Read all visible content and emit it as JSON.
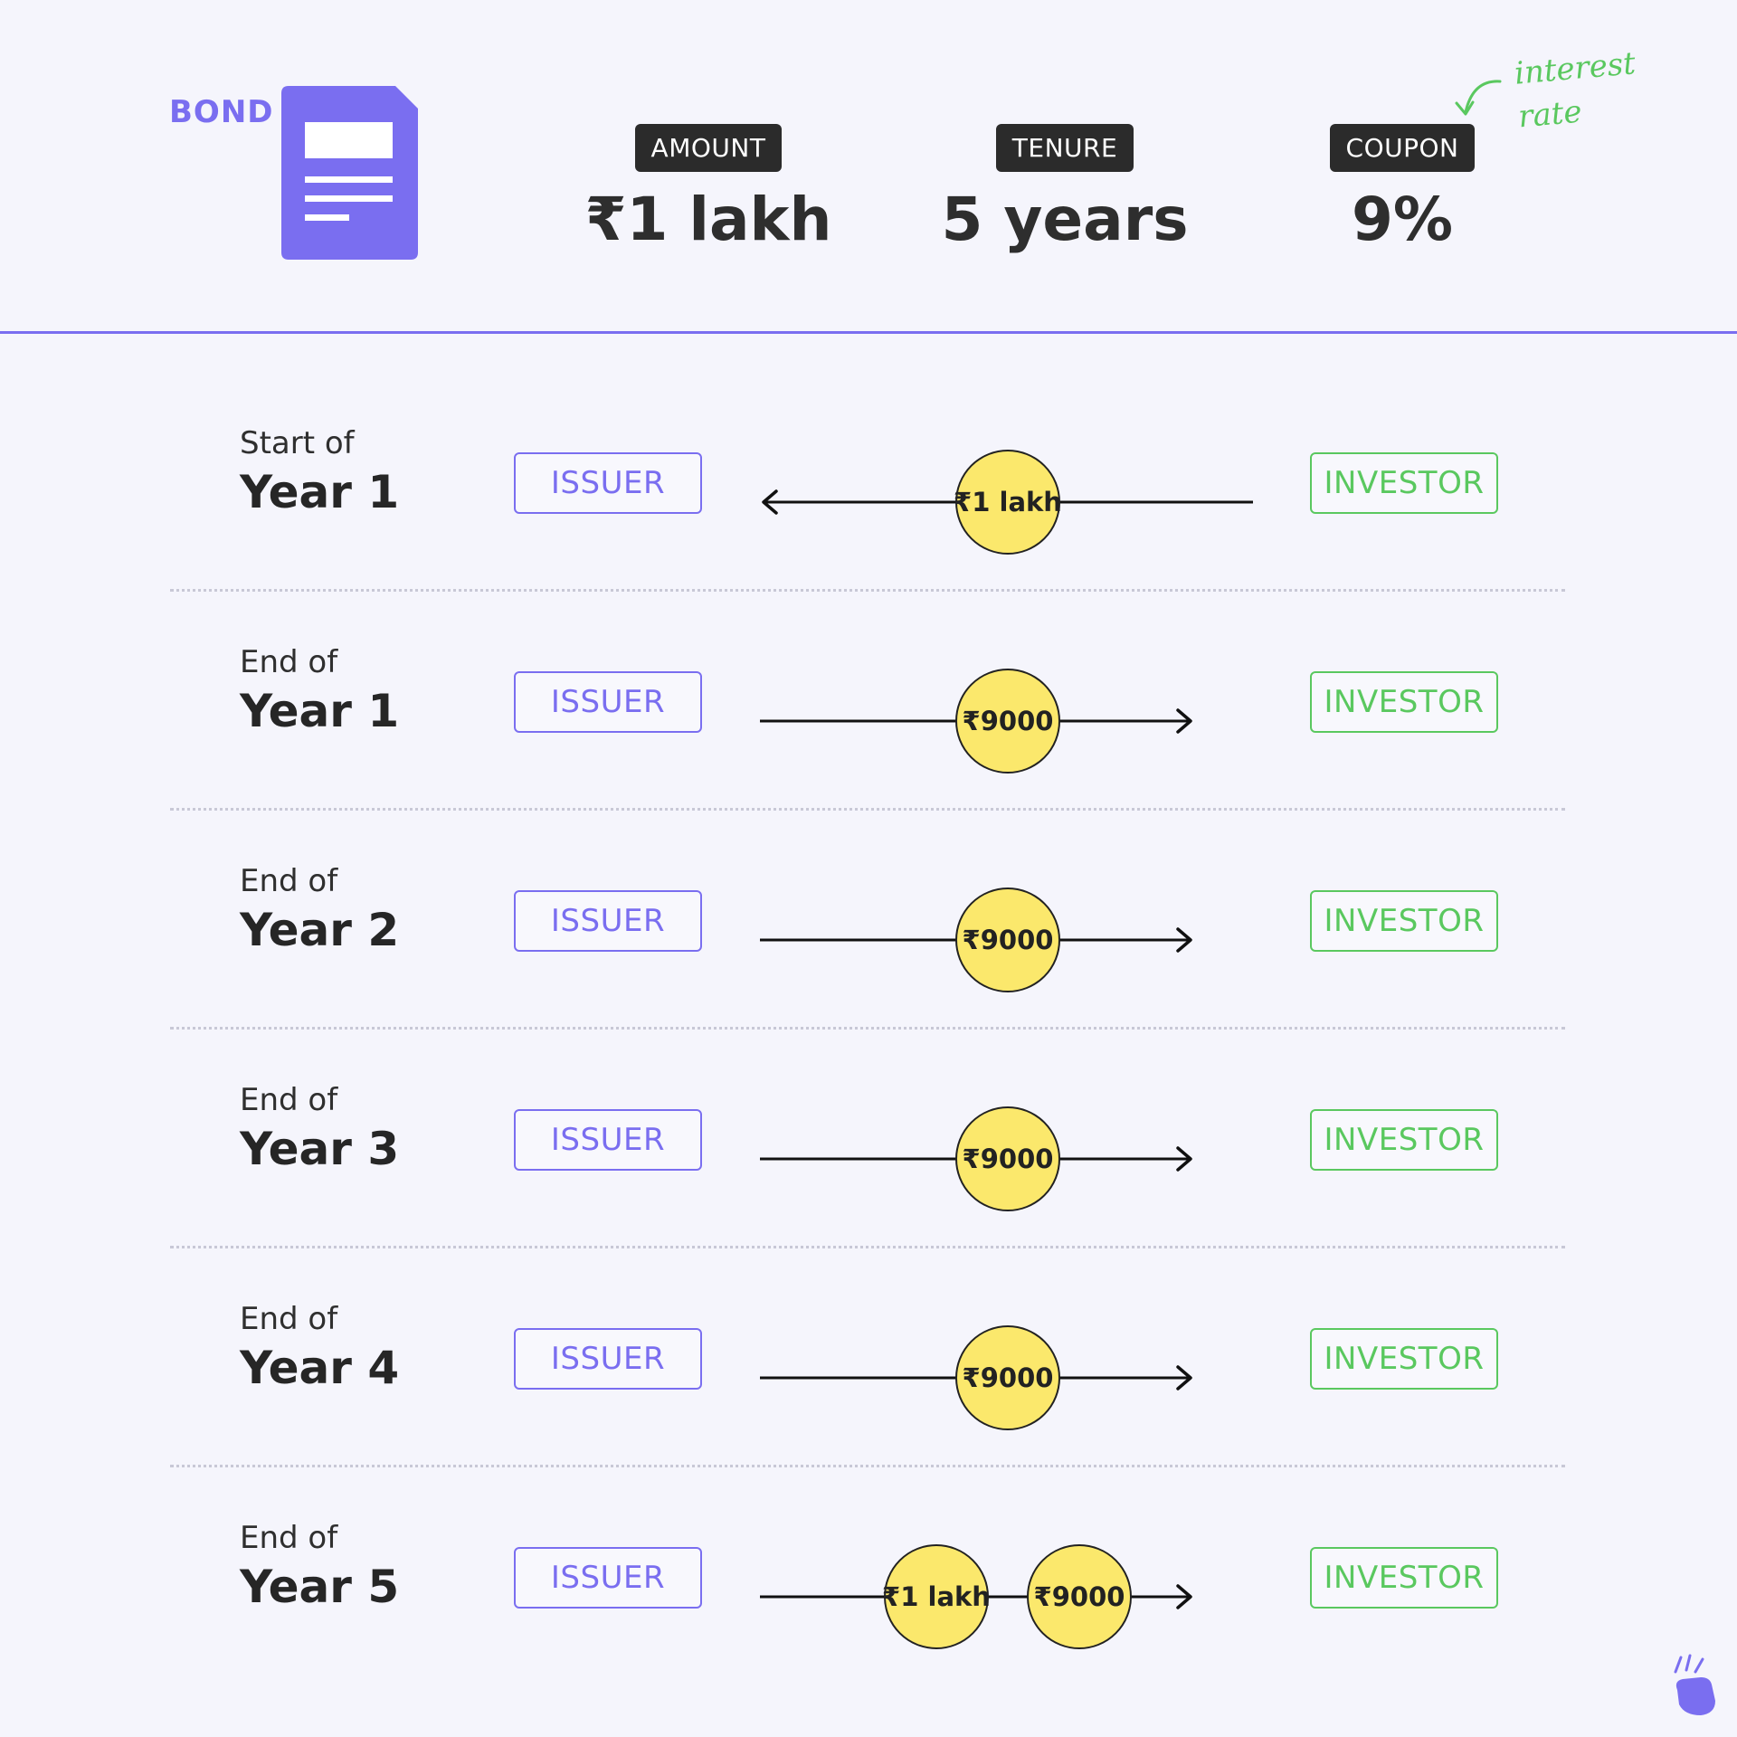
{
  "header": {
    "bond_label": "BOND",
    "terms": [
      {
        "badge": "AMOUNT",
        "value": "₹1 lakh"
      },
      {
        "badge": "TENURE",
        "value": "5 years"
      },
      {
        "badge": "COUPON",
        "value": "9%"
      }
    ],
    "coupon_note": "interest rate"
  },
  "parties": {
    "issuer": "ISSUER",
    "investor": "INVESTOR"
  },
  "rows": [
    {
      "prefix": "Start of",
      "year": "Year 1",
      "direction": "to-issuer",
      "coins": [
        "₹1 lakh"
      ]
    },
    {
      "prefix": "End of",
      "year": "Year 1",
      "direction": "to-investor",
      "coins": [
        "₹9000"
      ]
    },
    {
      "prefix": "End of",
      "year": "Year 2",
      "direction": "to-investor",
      "coins": [
        "₹9000"
      ]
    },
    {
      "prefix": "End of",
      "year": "Year 3",
      "direction": "to-investor",
      "coins": [
        "₹9000"
      ]
    },
    {
      "prefix": "End of",
      "year": "Year 4",
      "direction": "to-investor",
      "coins": [
        "₹9000"
      ]
    },
    {
      "prefix": "End of",
      "year": "Year 5",
      "direction": "to-investor",
      "coins": [
        "₹1 lakh",
        "₹9000"
      ]
    }
  ],
  "colors": {
    "issuer": "#7a6ef0",
    "investor": "#5ac85f",
    "coin": "#fbe86c",
    "badge": "#2b2b2b",
    "background": "#f5f5fc"
  },
  "icons": {
    "bond": "document-icon",
    "brand": "snap-hand-icon"
  }
}
